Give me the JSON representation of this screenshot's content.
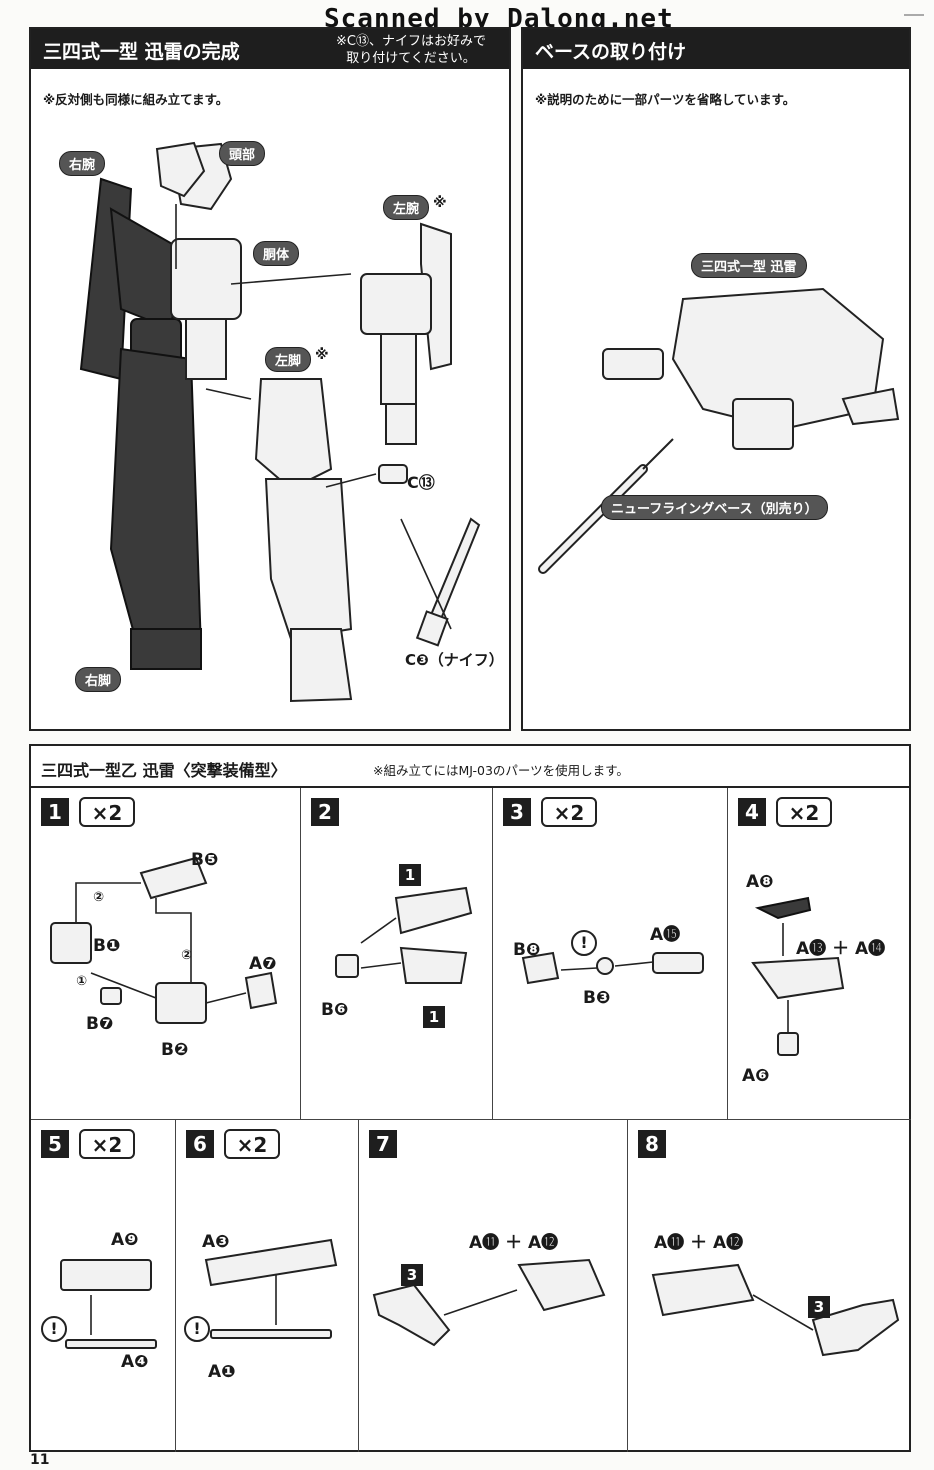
{
  "watermark": "Scanned by Dalong.net",
  "page_number": "11",
  "completion_panel": {
    "title": "三四式一型 迅雷の完成",
    "note_line1": "※C⑬、ナイフはお好みで",
    "note_line2": "取り付けてください。",
    "sub_note": "※反対側も同様に組み立てます。",
    "labels": {
      "right_arm": "右腕",
      "head": "頭部",
      "torso": "胴体",
      "left_arm": "左腕",
      "left_arm_mark": "※",
      "left_leg": "左脚",
      "left_leg_mark": "※",
      "right_leg": "右脚",
      "c13": "C⑬",
      "c3_knife": "C❸（ナイフ）"
    }
  },
  "base_panel": {
    "title": "ベースの取り付け",
    "sub_note": "※説明のために一部パーツを省略しています。",
    "labels": {
      "model": "三四式一型 迅雷",
      "base": "ニューフライングベース（別売り）"
    }
  },
  "assault_section": {
    "title": "三四式一型乙 迅雷〈突撃装備型〉",
    "note": "※組み立てにはMJ-03のパーツを使用します。"
  },
  "steps": [
    {
      "num": "1",
      "mult": "×2",
      "parts": [
        "B❺",
        "B❶",
        "A❼",
        "B❼",
        "B❷"
      ],
      "order": [
        "②",
        "②",
        "①"
      ]
    },
    {
      "num": "2",
      "mult": "",
      "parts": [
        "B❻"
      ],
      "tags": [
        "1",
        "1"
      ]
    },
    {
      "num": "3",
      "mult": "×2",
      "parts": [
        "A⓯",
        "B❽",
        "B❸"
      ],
      "excl": "!"
    },
    {
      "num": "4",
      "mult": "×2",
      "parts": [
        "A❽",
        "A⓭ ＋ A⓮",
        "A❻"
      ]
    },
    {
      "num": "5",
      "mult": "×2",
      "parts": [
        "A❾",
        "A❹"
      ],
      "excl": "!"
    },
    {
      "num": "6",
      "mult": "×2",
      "parts": [
        "A❸",
        "A❶"
      ],
      "excl": "!"
    },
    {
      "num": "7",
      "mult": "",
      "parts": [
        "A⓫ ＋ A⓬"
      ],
      "tags": [
        "3"
      ]
    },
    {
      "num": "8",
      "mult": "",
      "parts": [
        "A⓫ ＋ A⓬"
      ],
      "tags": [
        "3"
      ]
    }
  ]
}
